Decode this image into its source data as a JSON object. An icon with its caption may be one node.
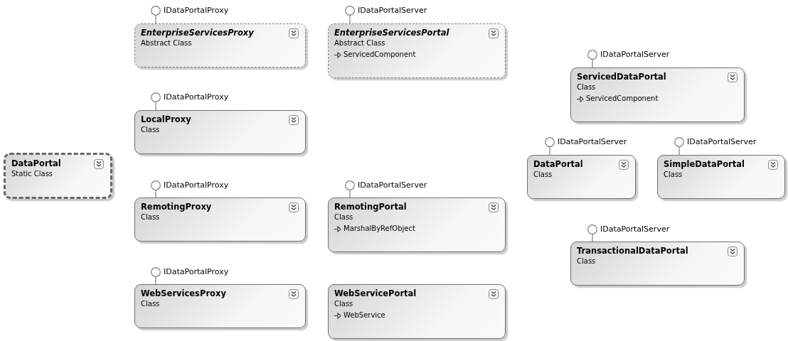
{
  "diagram": {
    "nodes": [
      {
        "text": [
          "IDataPortalProxy"
        ]
      },
      {
        "text": [
          "EnterpriseServicesProxy",
          "Abstract Class"
        ]
      },
      {
        "text": [
          "IDataPortalServer"
        ]
      },
      {
        "text": [
          "EnterpriseServicesPortal",
          "Abstract Class",
          "ServicedComponent"
        ]
      },
      {
        "text": [
          "IDataPortalServer"
        ]
      },
      {
        "text": [
          "ServicedDataPortal",
          "Class",
          "ServicedComponent"
        ]
      },
      {
        "text": [
          "IDataPortalProxy"
        ]
      },
      {
        "text": [
          "LocalProxy",
          "Class"
        ]
      },
      {
        "text": [
          "IDataPortalServer"
        ]
      },
      {
        "text": [
          "DataPortal",
          "Class"
        ]
      },
      {
        "text": [
          "IDataPortalServer"
        ]
      },
      {
        "text": [
          "SimpleDataPortal",
          "Class"
        ]
      },
      {
        "text": [
          "DataPortal",
          "Static Class"
        ]
      },
      {
        "text": [
          "IDataPortalProxy"
        ]
      },
      {
        "text": [
          "RemotingProxy",
          "Class"
        ]
      },
      {
        "text": [
          "IDataPortalServer"
        ]
      },
      {
        "text": [
          "RemotingPortal",
          "Class",
          "MarshalByRefObject"
        ]
      },
      {
        "text": [
          "IDataPortalServer"
        ]
      },
      {
        "text": [
          "TransactionalDataPortal",
          "Class"
        ]
      },
      {
        "text": [
          "IDataPortalProxy"
        ]
      },
      {
        "text": [
          "WebServicesProxy",
          "Class"
        ]
      },
      {
        "text": [
          "WebServicePortal",
          "Class",
          "WebService"
        ]
      }
    ],
    "edges": [
      {
        "from": 0,
        "to": 1,
        "arrow": "none"
      },
      {
        "from": 2,
        "to": 3,
        "arrow": "none"
      },
      {
        "from": 4,
        "to": 5,
        "arrow": "none"
      },
      {
        "from": 6,
        "to": 7,
        "arrow": "none"
      },
      {
        "from": 8,
        "to": 9,
        "arrow": "none"
      },
      {
        "from": 10,
        "to": 11,
        "arrow": "none"
      },
      {
        "from": 13,
        "to": 14,
        "arrow": "none"
      },
      {
        "from": 15,
        "to": 16,
        "arrow": "none"
      },
      {
        "from": 17,
        "to": 18,
        "arrow": "none"
      },
      {
        "from": 19,
        "to": 20,
        "arrow": "none"
      }
    ]
  }
}
